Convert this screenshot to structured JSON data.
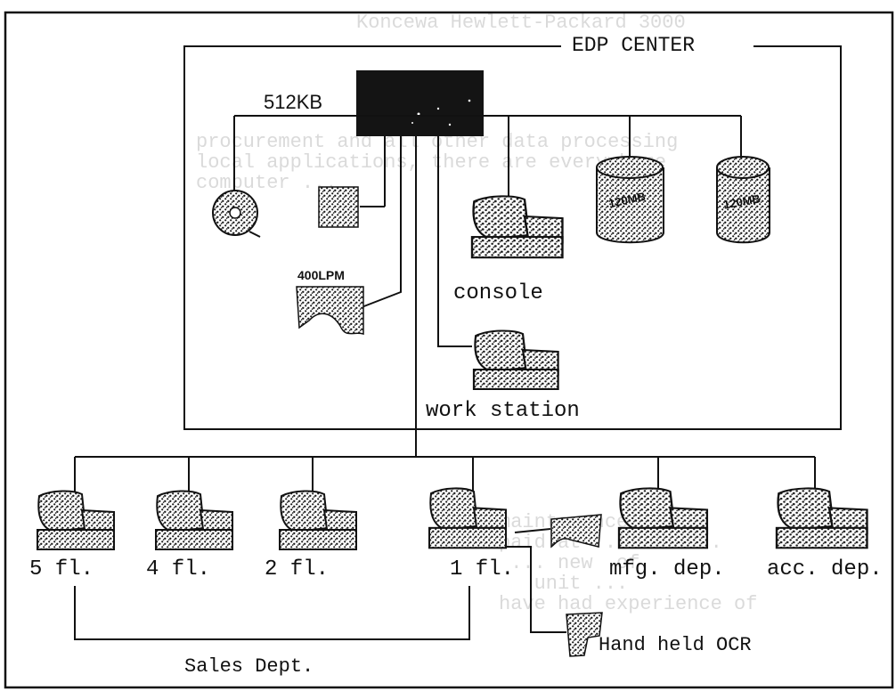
{
  "diagram": {
    "title": "EDP CENTER",
    "memory_label": "512KB",
    "printer_label": "400LPM",
    "disk_label_1": "120MB",
    "disk_label_2": "120MB",
    "console_label": "console",
    "workstation_label": "work station",
    "terminals": [
      {
        "label": "5 fl."
      },
      {
        "label": "4 fl."
      },
      {
        "label": "2 fl."
      },
      {
        "label": "1 fl."
      },
      {
        "label": "mfg. dep."
      },
      {
        "label": "acc. dep."
      }
    ],
    "ocr_label": "Hand held OCR",
    "sales_label": "Sales Dept."
  },
  "bleed_through": {
    "header": "Koncewa Hewlett-Packard 3000",
    "para1": "procurement and all other data processing\nlocal applications, there are everywhere\ncomputer ...",
    "para2": "maintenance ... \npaid at ... old ...\n ... new  of\n   unit ...\nhave had experience of"
  },
  "colors": {
    "ink": "#111111",
    "stipple": "#1a1a1a",
    "ghost": "#bcbcbc"
  }
}
